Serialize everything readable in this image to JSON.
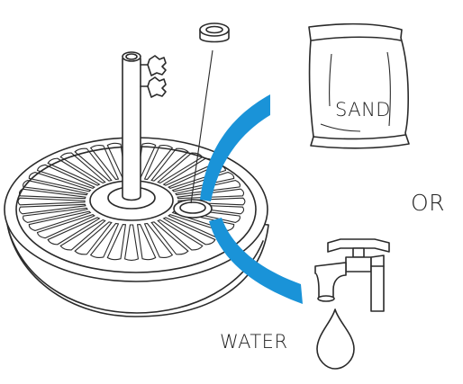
{
  "labels": {
    "sand": "SAND",
    "or": "OR",
    "water": "WATER"
  },
  "colors": {
    "accent_blue": "#1a93d8",
    "line": "#2a2a2a"
  },
  "icons": [
    "umbrella-base-icon",
    "pole-icon",
    "cap-icon",
    "sand-bag-icon",
    "faucet-icon",
    "water-drop-icon",
    "pour-stream-icon"
  ]
}
